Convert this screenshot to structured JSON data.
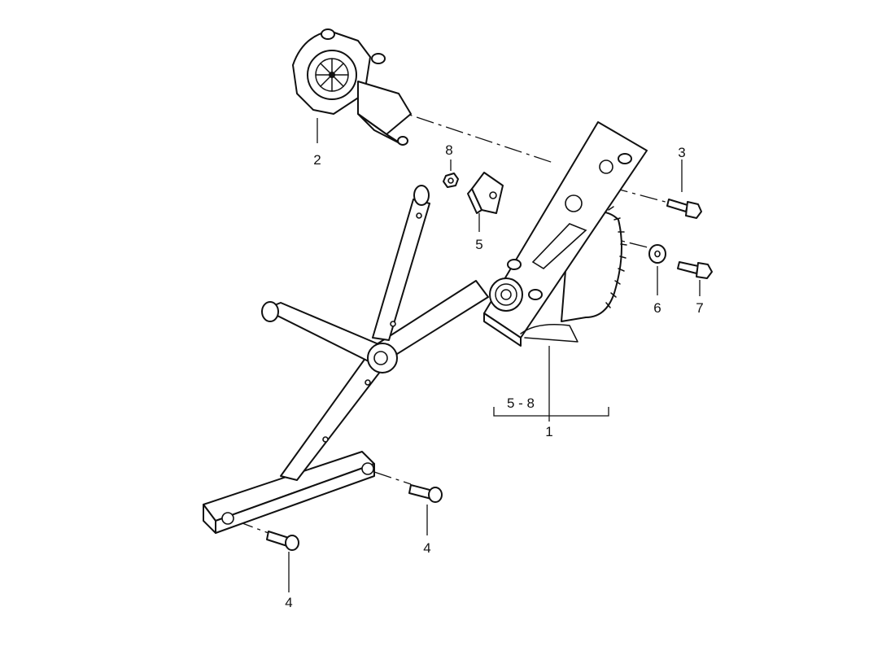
{
  "callouts": {
    "c1": "1",
    "c2": "2",
    "c3": "3",
    "c4a": "4",
    "c4b": "4",
    "c5": "5",
    "c6": "6",
    "c7": "7",
    "c8": "8",
    "range": "5 - 8"
  },
  "colors": {
    "line": "#111111",
    "paper": "#ffffff"
  },
  "parts": [
    "window-regulator-assembly",
    "window-motor",
    "bolt-3",
    "bolt-4",
    "slider-5",
    "washer-6",
    "bolt-7",
    "nut-8"
  ]
}
